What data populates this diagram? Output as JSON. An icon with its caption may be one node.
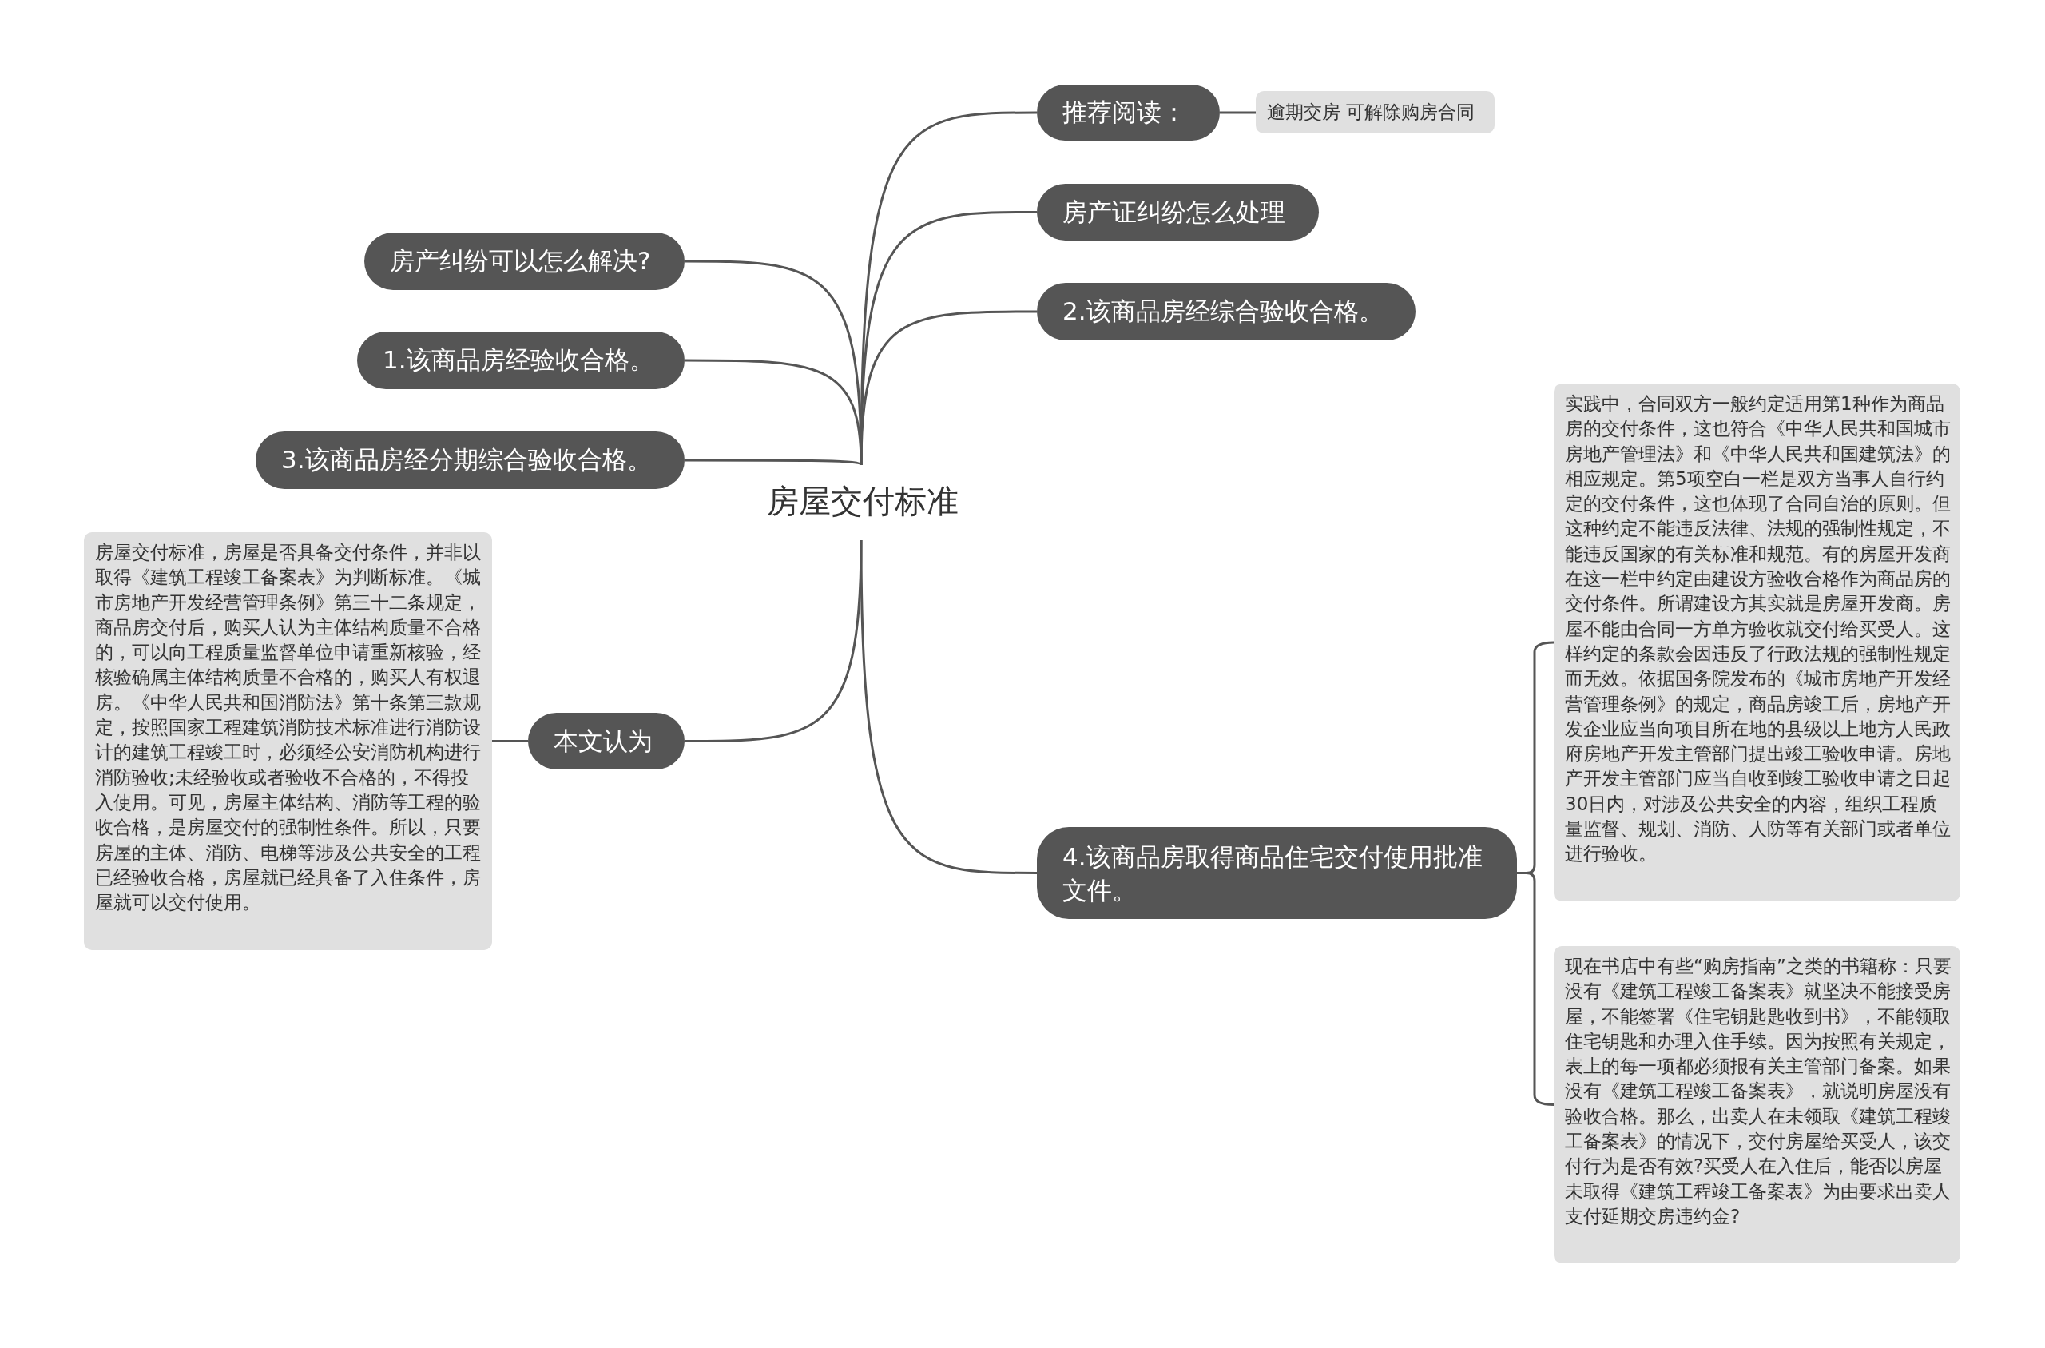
{
  "diagram": {
    "nodes": [
      {
        "text": [
          "房屋交付标准"
        ]
      },
      {
        "text": [
          "推荐阅读："
        ]
      },
      {
        "text": [
          "逾期交房 可解除购房合同"
        ]
      },
      {
        "text": [
          "房产证纠纷怎么处理"
        ]
      },
      {
        "text": [
          "2.该商品房经综合验收合格。"
        ]
      },
      {
        "text": [
          "房产纠纷可以怎么解决?"
        ]
      },
      {
        "text": [
          "1.该商品房经验收合格。"
        ]
      },
      {
        "text": [
          "3.该商品房经分期综合验收合格。"
        ]
      },
      {
        "text": [
          "本文认为"
        ]
      },
      {
        "text": [
          "房屋交付标准，房屋是否具备交付条件，并非以取得《建筑工程竣工备案表》为判断标准。《城市房地产开发经营管理条例》第三十二条规定，商品房交付后，购买人认为主体结构质量不合格的，可以向工程质量监督单位申请重新核验，经核验确属主体结构质量不合格的，购买人有权退房。《中华人民共和国消防法》第十条第三款规定，按照国家工程建筑消防技术标准进行消防设计的建筑工程竣工时，必须经公安消防机构进行消防验收;未经验收或者验收不合格的，不得投入使用。可见，房屋主体结构、消防等工程的验收合格，是房屋交付的强制性条件。所以，只要房屋的主体、消防、电梯等涉及公共安全的工程已经验收合格，房屋就已经具备了入住条件，房屋就可以交付使用。"
        ]
      },
      {
        "text": [
          "4.该商品房取得商品住宅交付使用批准文件。"
        ]
      },
      {
        "text": [
          "实践中，合同双方一般约定适用第1种作为商品房的交付条件，这也符合《中华人民共和国城市房地产管理法》和《中华人民共和国建筑法》的相应规定。第5项空白一栏是双方当事人自行约定的交付条件，这也体现了合同自治的原则。但这种约定不能违反法律、法规的强制性规定，不能违反国家的有关标准和规范。有的房屋开发商在这一栏中约定由建设方验收合格作为商品房的交付条件。所谓建设方其实就是房屋开发商。房屋不能由合同一方单方验收就交付给买受人。这样约定的条款会因违反了行政法规的强制性规定而无效。依据国务院发布的《城市房地产开发经营管理条例》的规定，商品房竣工后，房地产开发企业应当向项目所在地的县级以上地方人民政府房地产开发主管部门提出竣工验收申请。房地产开发主管部门应当自收到竣工验收申请之日起30日内，对涉及公共安全的内容，组织工程质量监督、规划、消防、人防等有关部门或者单位进行验收。"
        ]
      },
      {
        "text": [
          "现在书店中有些“购房指南”之类的书籍称：只要没有《建筑工程竣工备案表》就坚决不能接受房屋，不能签署《住宅钥匙匙收到书》，不能领取住宅钥匙和办理入住手续。因为按照有关规定，表上的每一项都必须报有关主管部门备案。如果没有《建筑工程竣工备案表》，就说明房屋没有验收合格。那么，出卖人在未领取《建筑工程竣工备案表》的情况下，交付房屋给买受人，该交付行为是否有效?买受人在入住后，能否以房屋未取得《建筑工程竣工备案表》为由要求出卖人支付延期交房违约金?"
        ]
      }
    ],
    "edges": [
      {
        "from": 0,
        "to": 1,
        "arrow": "none"
      },
      {
        "from": 1,
        "to": 2,
        "arrow": "none"
      },
      {
        "from": 0,
        "to": 3,
        "arrow": "none"
      },
      {
        "from": 0,
        "to": 4,
        "arrow": "none"
      },
      {
        "from": 0,
        "to": 5,
        "arrow": "none"
      },
      {
        "from": 0,
        "to": 6,
        "arrow": "none"
      },
      {
        "from": 0,
        "to": 7,
        "arrow": "none"
      },
      {
        "from": 0,
        "to": 8,
        "arrow": "none"
      },
      {
        "from": 8,
        "to": 9,
        "arrow": "none"
      },
      {
        "from": 0,
        "to": 10,
        "arrow": "none"
      },
      {
        "from": 10,
        "to": 11,
        "arrow": "none"
      },
      {
        "from": 10,
        "to": 12,
        "arrow": "none"
      }
    ]
  }
}
